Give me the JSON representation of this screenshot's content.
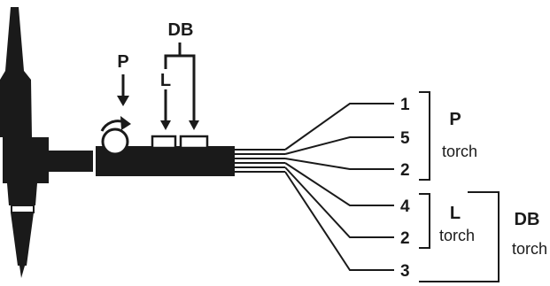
{
  "labels": {
    "P": "P",
    "DB": "DB",
    "L": "L"
  },
  "wires": [
    {
      "number": "1"
    },
    {
      "number": "5"
    },
    {
      "number": "2"
    },
    {
      "number": "4"
    },
    {
      "number": "2"
    },
    {
      "number": "3"
    }
  ],
  "groups": {
    "p": {
      "name": "P",
      "sub": "torch"
    },
    "l": {
      "name": "L",
      "sub": "torch"
    },
    "db": {
      "name": "DB",
      "sub": "torch"
    }
  },
  "colors": {
    "ink": "#1a1a1a",
    "background": "#ffffff"
  }
}
